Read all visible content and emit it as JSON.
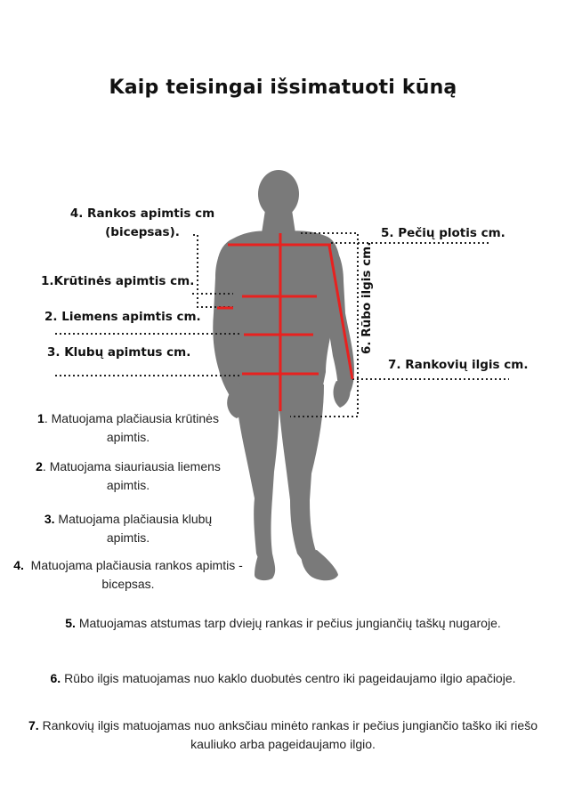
{
  "title": "Kaip teisingai išsimatuoti kūną",
  "labels": {
    "arm_line1": "4. Rankos apimtis cm",
    "arm_line2": "(bicepsas).",
    "chest": "1.Krūtinės apimtis cm.",
    "waist": "2. Liemens apimtis cm.",
    "hips": "3. Klubų apimtus cm.",
    "shoulder": "5. Pečių plotis cm.",
    "length": "6. Rūbo ilgis cm.",
    "sleeve": "7. Rankovių ilgis cm."
  },
  "notes": [
    {
      "num": "1",
      "sep": ". ",
      "text": "Matuojama plačiausia krūtinės  apimtis."
    },
    {
      "num": "2",
      "sep": ". ",
      "text": "Matuojama siauriausia liemens apimtis."
    },
    {
      "num": "3.",
      "sep": " ",
      "text": "Matuojama plačiausia klubų apimtis."
    },
    {
      "num": "4.",
      "sep": "  ",
      "text": "Matuojama plačiausia rankos apimtis - bicepsas."
    },
    {
      "num": "5.",
      "sep": " ",
      "text": "Matuojamas atstumas tarp dviejų rankas ir pečius jungiančių taškų nugaroje."
    },
    {
      "num": "6.",
      "sep": " ",
      "text": "Rūbo ilgis matuojamas nuo kaklo duobutės centro iki pageidaujamo ilgio apačioje."
    },
    {
      "num": "7.",
      "sep": " ",
      "text": "Rankovių ilgis matuojamas nuo anksčiau minėto rankas ir pečius jungiančio taško iki riešo kauliuko arba pageidaujamo ilgio."
    }
  ],
  "colors": {
    "silhouette": "#7a7a7a",
    "measure_line": "#e8211f",
    "dotted_line": "#222222"
  }
}
